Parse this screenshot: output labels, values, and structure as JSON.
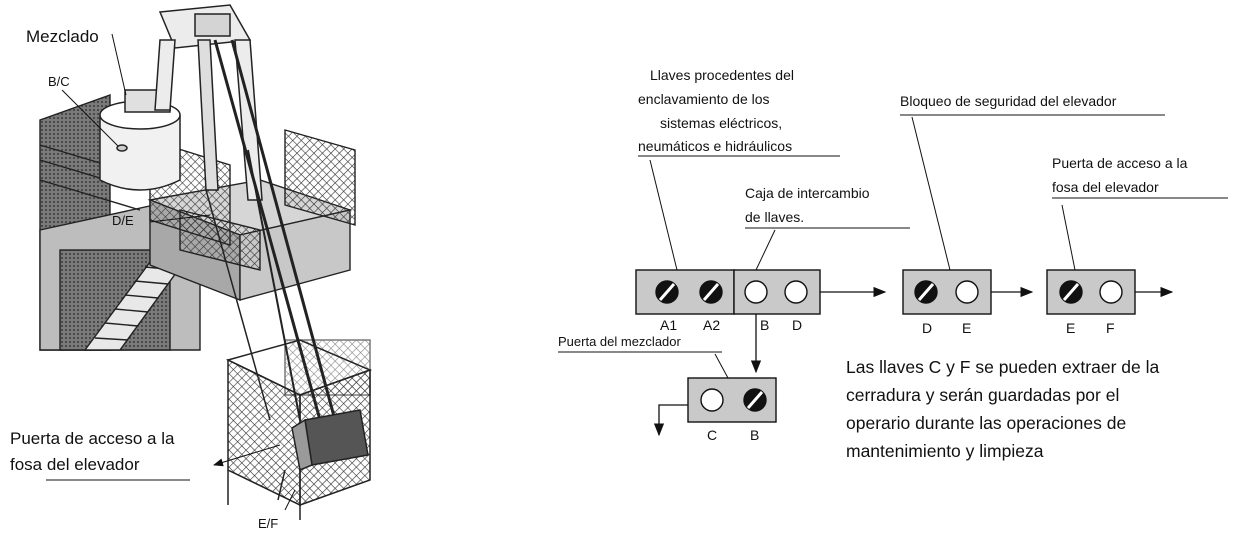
{
  "illustration": {
    "labels": {
      "mezclado": "Mezclado",
      "bc": "B/C",
      "de": "D/E",
      "ef": "E/F",
      "pit_door_line1": "Puerta de acceso a la",
      "pit_door_line2": "fosa del elevador"
    }
  },
  "diagram": {
    "callouts": {
      "keys_origin": [
        "Llaves procedentes del",
        "enclavamiento de los",
        "sistemas eléctricos,",
        "neumáticos e hidráulicos"
      ],
      "exchange_box": [
        "Caja de intercambio",
        "de llaves."
      ],
      "safety_lock": "Bloqueo de seguridad del elevador",
      "pit_door": [
        "Puerta de acceso a la",
        "fosa del elevador"
      ],
      "mixer_door": "Puerta del mezclador"
    },
    "key_labels": {
      "a1": "A1",
      "a2": "A2",
      "b_top": "B",
      "d_top": "D",
      "d_lock": "D",
      "e_lock": "E",
      "e_pit": "E",
      "f_pit": "F",
      "c_mixer": "C",
      "b_mixer": "B"
    },
    "note": [
      "Las llaves C y F se pueden extraer de la",
      "cerradura y serán guardadas por el",
      "operario durante las operaciones de",
      "mantenimiento y limpieza"
    ]
  }
}
